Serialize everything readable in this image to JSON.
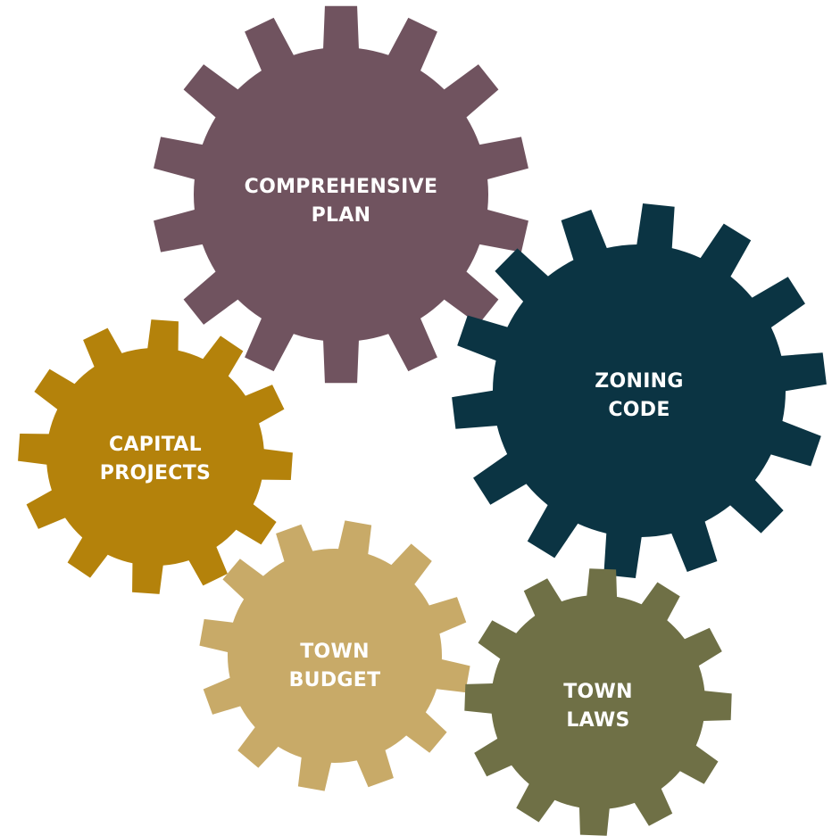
{
  "gears": [
    {
      "id": "comprehensive-plan",
      "label_lines": [
        "COMPREHENSIVE",
        "PLAN"
      ],
      "color": "#70535F",
      "teeth": 14,
      "icon": "gear-icon"
    },
    {
      "id": "zoning-code",
      "label_lines": [
        "ZONING",
        "CODE"
      ],
      "color": "#0B3443",
      "teeth": 14,
      "icon": "gear-icon"
    },
    {
      "id": "capital-projects",
      "label_lines": [
        "CAPITAL",
        "PROJECTS"
      ],
      "color": "#B4820B",
      "teeth": 12,
      "icon": "gear-icon"
    },
    {
      "id": "town-budget",
      "label_lines": [
        "TOWN",
        "BUDGET"
      ],
      "color": "#C8AA68",
      "teeth": 12,
      "icon": "gear-icon"
    },
    {
      "id": "town-laws",
      "label_lines": [
        "TOWN",
        "LAWS"
      ],
      "color": "#6F7046",
      "teeth": 12,
      "icon": "gear-icon"
    }
  ]
}
